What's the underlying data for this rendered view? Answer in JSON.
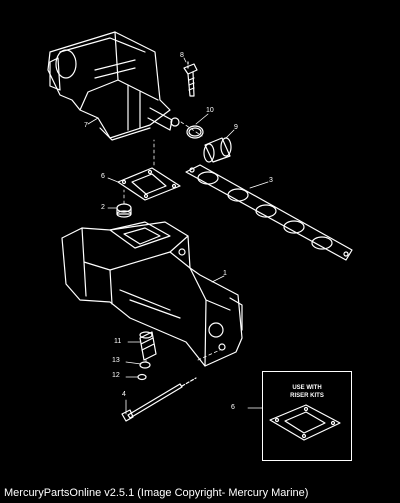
{
  "diagram": {
    "callouts": [
      {
        "id": "callout-8",
        "label": "8"
      },
      {
        "id": "callout-7",
        "label": "7"
      },
      {
        "id": "callout-10",
        "label": "10"
      },
      {
        "id": "callout-9",
        "label": "9"
      },
      {
        "id": "callout-6",
        "label": "6"
      },
      {
        "id": "callout-3",
        "label": "3"
      },
      {
        "id": "callout-2",
        "label": "2"
      },
      {
        "id": "callout-1",
        "label": "1"
      },
      {
        "id": "callout-11",
        "label": "11"
      },
      {
        "id": "callout-13",
        "label": "13"
      },
      {
        "id": "callout-12",
        "label": "12"
      },
      {
        "id": "callout-4",
        "label": "4"
      },
      {
        "id": "callout-6b",
        "label": "6"
      }
    ],
    "inset_label": "USE WITH\nRISER KITS"
  },
  "footer": {
    "text": "MercuryPartsOnline v2.5.1 (Image Copyright- Mercury Marine)"
  }
}
